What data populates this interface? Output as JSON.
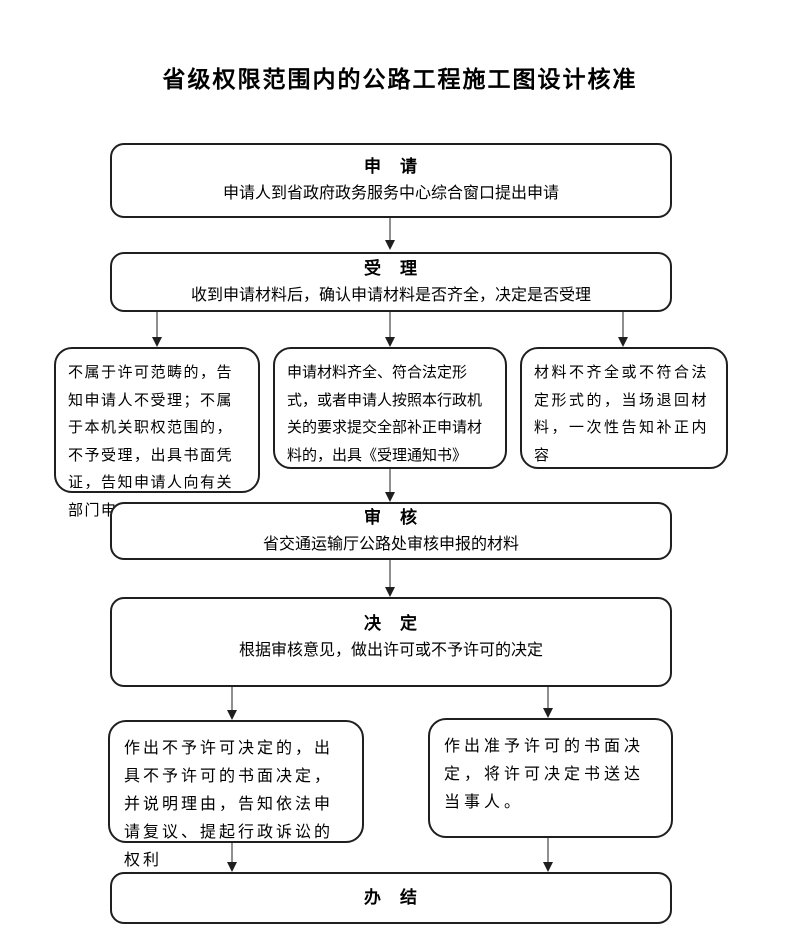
{
  "title": "省级权限范围内的公路工程施工图设计核准",
  "nodes": {
    "apply": {
      "label": "申　请",
      "desc": "申请人到省政府政务服务中心综合窗口提出申请"
    },
    "accept": {
      "label": "受　理",
      "desc": "收到申请材料后，确认申请材料是否齐全，决定是否受理"
    },
    "branch_left": {
      "text": "不属于许可范畴的，告知申请人不受理；不属于本机关职权范围的，不予受理，出具书面凭证，告知申请人向有关部门申请"
    },
    "branch_middle": {
      "text": "申请材料齐全、符合法定形式，或者申请人按照本行政机关的要求提交全部补正申请材料的，出具《受理通知书》"
    },
    "branch_right": {
      "text": "材料不齐全或不符合法定形式的，当场退回材料，一次性告知补正内容"
    },
    "review": {
      "label": "审　核",
      "desc": "省交通运输厅公路处审核申报的材料"
    },
    "decision": {
      "label": "决　定",
      "desc": "根据审核意见，做出许可或不予许可的决定"
    },
    "deny": {
      "text": "作出不予许可决定的，出具不予许可的书面决定，并说明理由，告知依法申请复议、提起行政诉讼的权利"
    },
    "grant": {
      "text": "作出准予许可的书面决定，将许可决定书送达当事人。"
    },
    "complete": {
      "label": "办　结"
    }
  },
  "colors": {
    "line": "#1f1f1f",
    "text": "#000000",
    "background": "#ffffff"
  }
}
